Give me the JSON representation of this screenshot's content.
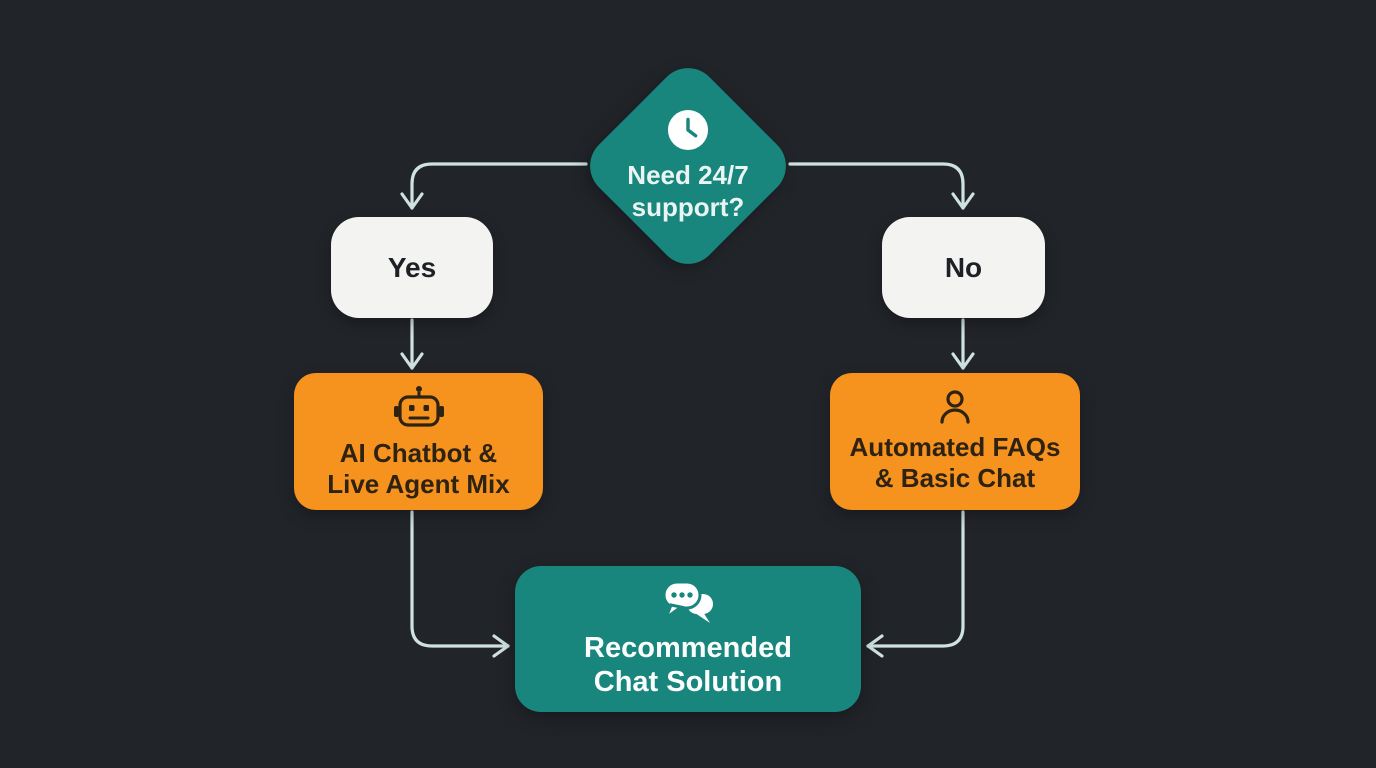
{
  "colors": {
    "background": "#212429",
    "node_teal": "#18867d",
    "node_orange": "#f6931f",
    "node_white": "#f3f3f1",
    "arrow": "#cfe2df",
    "text_dark": "#1d2025",
    "text_on_orange": "#2e2212",
    "text_on_teal": "#e9f5f2",
    "text_on_teal_result": "#fafdfc"
  },
  "flowchart": {
    "decision": {
      "icon": "clock-icon",
      "label": "Need 24/7 support?",
      "line1": "Need 24/7",
      "line2": "support?"
    },
    "branch_yes": {
      "label": "Yes"
    },
    "branch_no": {
      "label": "No"
    },
    "outcome_yes": {
      "icon": "robot-icon",
      "label": "AI Chatbot & Live Agent Mix",
      "line1": "AI Chatbot &",
      "line2": "Live Agent Mix"
    },
    "outcome_no": {
      "icon": "person-icon",
      "label": "Automated FAQs & Basic Chat",
      "line1": "Automated FAQs",
      "line2": "& Basic Chat"
    },
    "result": {
      "icon": "chat-bubbles-icon",
      "label": "Recommended Chat Solution",
      "line1": "Recommended",
      "line2": "Chat Solution"
    }
  }
}
